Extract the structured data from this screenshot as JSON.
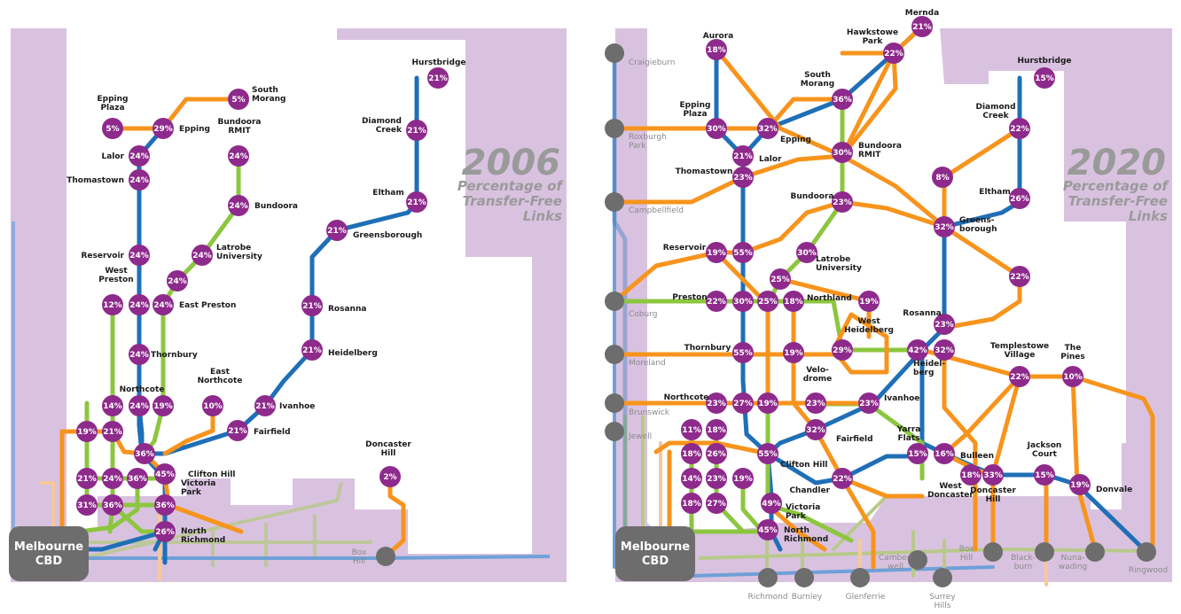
{
  "colors": {
    "purple": "#8e2a8c",
    "orange": "#f7941d",
    "blue": "#1f6fb6",
    "green": "#8cc63f",
    "lightpurple": "#d9c2e0",
    "grey": "#6d6d6d"
  },
  "maps": [
    {
      "year": "2006",
      "subtitle": [
        "Percentage of",
        "Transfer-Free",
        "Links"
      ],
      "cbd": [
        "Melbourne",
        "CBD"
      ],
      "nodes": [
        {
          "pct": "5%",
          "name": [
            "South",
            "Morang"
          ]
        },
        {
          "pct": "29%",
          "name": [
            "Epping"
          ]
        },
        {
          "pct": "5%",
          "name": [
            "Epping",
            "Plaza"
          ]
        },
        {
          "pct": "24%",
          "name": [
            "Lalor"
          ]
        },
        {
          "pct": "24%",
          "name": [
            "Thomastown"
          ]
        },
        {
          "pct": "24%",
          "name": [
            "Bundoora",
            "RMIT"
          ]
        },
        {
          "pct": "24%",
          "name": [
            "Bundoora"
          ]
        },
        {
          "pct": "24%",
          "name": [
            "Latrobe",
            "University"
          ]
        },
        {
          "pct": "24%",
          "name": [
            "Reservoir"
          ]
        },
        {
          "pct": "24%",
          "name": []
        },
        {
          "pct": "12%",
          "name": [
            "West",
            "Preston"
          ]
        },
        {
          "pct": "24%",
          "name": []
        },
        {
          "pct": "24%",
          "name": [
            "East Preston"
          ]
        },
        {
          "pct": "24%",
          "name": [
            "Thornbury"
          ]
        },
        {
          "pct": "14%",
          "name": []
        },
        {
          "pct": "24%",
          "name": [
            "Northcote"
          ]
        },
        {
          "pct": "19%",
          "name": []
        },
        {
          "pct": "10%",
          "name": [
            "East",
            "Northcote"
          ]
        },
        {
          "pct": "19%",
          "name": []
        },
        {
          "pct": "21%",
          "name": []
        },
        {
          "pct": "36%",
          "name": []
        },
        {
          "pct": "45%",
          "name": [
            "Clifton Hill"
          ]
        },
        {
          "pct": "21%",
          "name": []
        },
        {
          "pct": "24%",
          "name": []
        },
        {
          "pct": "36%",
          "name": []
        },
        {
          "pct": "36%",
          "name": [
            "Victoria",
            "Park"
          ]
        },
        {
          "pct": "31%",
          "name": []
        },
        {
          "pct": "36%",
          "name": []
        },
        {
          "pct": "26%",
          "name": [
            "North",
            "Richmond"
          ]
        },
        {
          "pct": "21%",
          "name": [
            "Hurstbridge"
          ]
        },
        {
          "pct": "21%",
          "name": [
            "Diamond",
            "Creek"
          ]
        },
        {
          "pct": "21%",
          "name": [
            "Eltham"
          ]
        },
        {
          "pct": "21%",
          "name": [
            "Greensborough"
          ]
        },
        {
          "pct": "21%",
          "name": [
            "Rosanna"
          ]
        },
        {
          "pct": "21%",
          "name": [
            "Heidelberg"
          ]
        },
        {
          "pct": "21%",
          "name": [
            "Ivanhoe"
          ]
        },
        {
          "pct": "21%",
          "name": [
            "Fairfield"
          ]
        },
        {
          "pct": "2%",
          "name": [
            "Doncaster",
            "Hill"
          ]
        }
      ],
      "grey_labels": [
        {
          "text": [
            "Box",
            "Hill"
          ]
        }
      ]
    },
    {
      "year": "2020",
      "subtitle": [
        "Percentage of",
        "Transfer-Free",
        "Links"
      ],
      "cbd": [
        "Melbourne",
        "CBD"
      ],
      "nodes": [
        {
          "pct": "21%",
          "name": [
            "Mernda"
          ]
        },
        {
          "pct": "22%",
          "name": [
            "Hawkstowe",
            "Park"
          ]
        },
        {
          "pct": "18%",
          "name": [
            "Aurora"
          ]
        },
        {
          "pct": "36%",
          "name": [
            "South",
            "Morang"
          ]
        },
        {
          "pct": "15%",
          "name": [
            "Hurstbridge"
          ]
        },
        {
          "pct": "30%",
          "name": [
            "Epping",
            "Plaza"
          ]
        },
        {
          "pct": "32%",
          "name": [
            "Epping"
          ]
        },
        {
          "pct": "22%",
          "name": [
            "Diamond",
            "Creek"
          ]
        },
        {
          "pct": "21%",
          "name": [
            "Lalor"
          ]
        },
        {
          "pct": "30%",
          "name": [
            "Bundoora",
            "RMIT"
          ]
        },
        {
          "pct": "23%",
          "name": [
            "Thomastown"
          ]
        },
        {
          "pct": "8%",
          "name": []
        },
        {
          "pct": "26%",
          "name": [
            "Eltham"
          ]
        },
        {
          "pct": "23%",
          "name": [
            "Bundoora"
          ]
        },
        {
          "pct": "32%",
          "name": [
            "Greens-",
            "borough"
          ]
        },
        {
          "pct": "19%",
          "name": [
            "Reservoir"
          ]
        },
        {
          "pct": "55%",
          "name": []
        },
        {
          "pct": "30%",
          "name": [
            "Latrobe",
            "University"
          ]
        },
        {
          "pct": "25%",
          "name": []
        },
        {
          "pct": "22%",
          "name": []
        },
        {
          "pct": "22%",
          "name": [
            "Preston"
          ]
        },
        {
          "pct": "30%",
          "name": []
        },
        {
          "pct": "25%",
          "name": []
        },
        {
          "pct": "18%",
          "name": [
            "Northland"
          ]
        },
        {
          "pct": "19%",
          "name": [
            "West",
            "Heidelberg"
          ]
        },
        {
          "pct": "23%",
          "name": [
            "Rosanna"
          ]
        },
        {
          "pct": "55%",
          "name": [
            "Thornbury"
          ]
        },
        {
          "pct": "19%",
          "name": []
        },
        {
          "pct": "29%",
          "name": []
        },
        {
          "pct": "42%",
          "name": []
        },
        {
          "pct": "32%",
          "name": [
            "Heidel-",
            "berg"
          ]
        },
        {
          "pct": "22%",
          "name": [
            "Templestowe",
            "Village"
          ]
        },
        {
          "pct": "10%",
          "name": [
            "The",
            "Pines"
          ]
        },
        {
          "pct": "23%",
          "name": [
            "Northcote"
          ]
        },
        {
          "pct": "27%",
          "name": []
        },
        {
          "pct": "19%",
          "name": []
        },
        {
          "pct": "23%",
          "name": [
            "Velo-",
            "drome"
          ]
        },
        {
          "pct": "23%",
          "name": [
            "Ivanhoe"
          ]
        },
        {
          "pct": "11%",
          "name": []
        },
        {
          "pct": "18%",
          "name": []
        },
        {
          "pct": "32%",
          "name": [
            "Fairfield"
          ]
        },
        {
          "pct": "18%",
          "name": []
        },
        {
          "pct": "26%",
          "name": []
        },
        {
          "pct": "55%",
          "name": [
            "Clifton Hill"
          ]
        },
        {
          "pct": "15%",
          "name": [
            "Yarra",
            "Flats"
          ]
        },
        {
          "pct": "16%",
          "name": [
            "Bulleen"
          ]
        },
        {
          "pct": "18%",
          "name": []
        },
        {
          "pct": "33%",
          "name": [
            "Doncaster",
            "Hill"
          ]
        },
        {
          "pct": "15%",
          "name": [
            "Jackson",
            "Court"
          ]
        },
        {
          "pct": "19%",
          "name": [
            "Donvale"
          ]
        },
        {
          "pct": "14%",
          "name": []
        },
        {
          "pct": "23%",
          "name": []
        },
        {
          "pct": "19%",
          "name": []
        },
        {
          "pct": "22%",
          "name": [
            "Chandler"
          ]
        },
        {
          "pct": "18%",
          "name": []
        },
        {
          "pct": "27%",
          "name": []
        },
        {
          "pct": "49%",
          "name": [
            "Victoria",
            "Park"
          ]
        },
        {
          "pct": "45%",
          "name": [
            "North",
            "Richmond"
          ]
        }
      ],
      "west_doncaster": [
        "West",
        "Doncaster"
      ],
      "grey_labels": [
        {
          "text": [
            "Craigieburn"
          ]
        },
        {
          "text": [
            "Roxburgh",
            "Park"
          ]
        },
        {
          "text": [
            "Campbellfield"
          ]
        },
        {
          "text": [
            "Coburg"
          ]
        },
        {
          "text": [
            "Moreland"
          ]
        },
        {
          "text": [
            "Brunswick"
          ]
        },
        {
          "text": [
            "Jewell"
          ]
        },
        {
          "text": [
            "Camber-",
            "well"
          ]
        },
        {
          "text": [
            "Box",
            "Hill"
          ]
        },
        {
          "text": [
            "Black-",
            "burn"
          ]
        },
        {
          "text": [
            "Nuna-",
            "wading"
          ]
        },
        {
          "text": [
            "Ringwood"
          ]
        },
        {
          "text": [
            "Richmond"
          ]
        },
        {
          "text": [
            "Burnley"
          ]
        },
        {
          "text": [
            "Glenferrie"
          ]
        },
        {
          "text": [
            "Surrey",
            "Hills"
          ]
        }
      ]
    }
  ]
}
